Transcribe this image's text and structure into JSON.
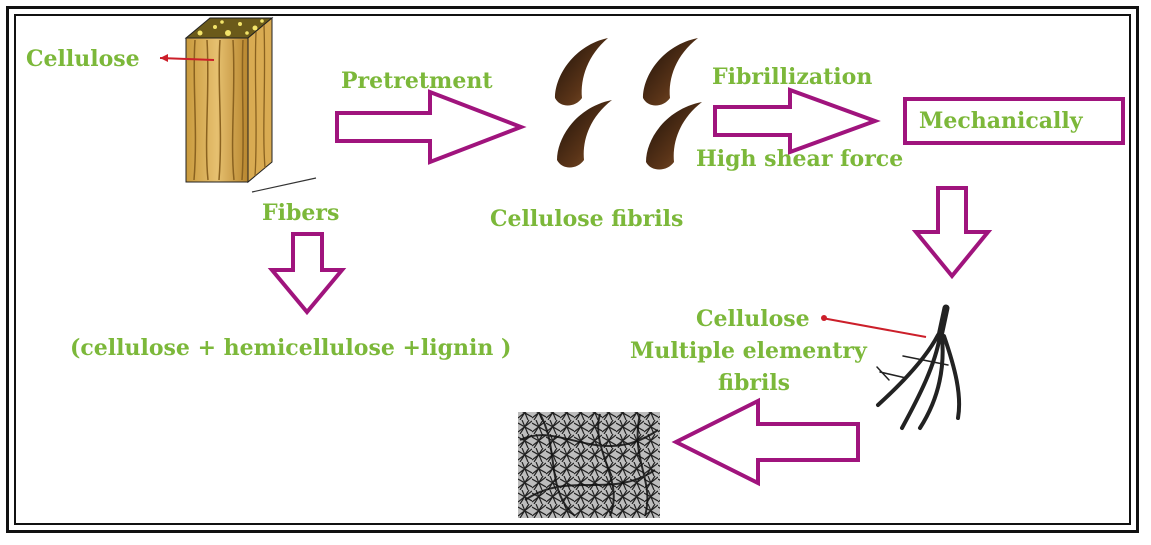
{
  "labels": {
    "cellulose_top": "Cellulose",
    "pretreatment": "Pretretment",
    "fibers": "Fibers",
    "composition": "(cellulose + hemicellulose +lignin )",
    "cellulose_fibrils": "Cellulose fibrils",
    "fibrillization": "Fibrillization",
    "high_shear": "High shear force",
    "mechanically": "Mechanically",
    "cellulose_elem": "Cellulose",
    "multiple_elementry": "Multiple elementry",
    "fibrils": "fibrils"
  },
  "colors": {
    "label_green": "#7cb83a",
    "arrow_magenta": "#a0147d",
    "frame": "#111111"
  },
  "icons": [
    "wood-cube-icon",
    "cellulose-fibril-icon",
    "elementary-fibrils-icon",
    "nanofiber-network-icon"
  ]
}
